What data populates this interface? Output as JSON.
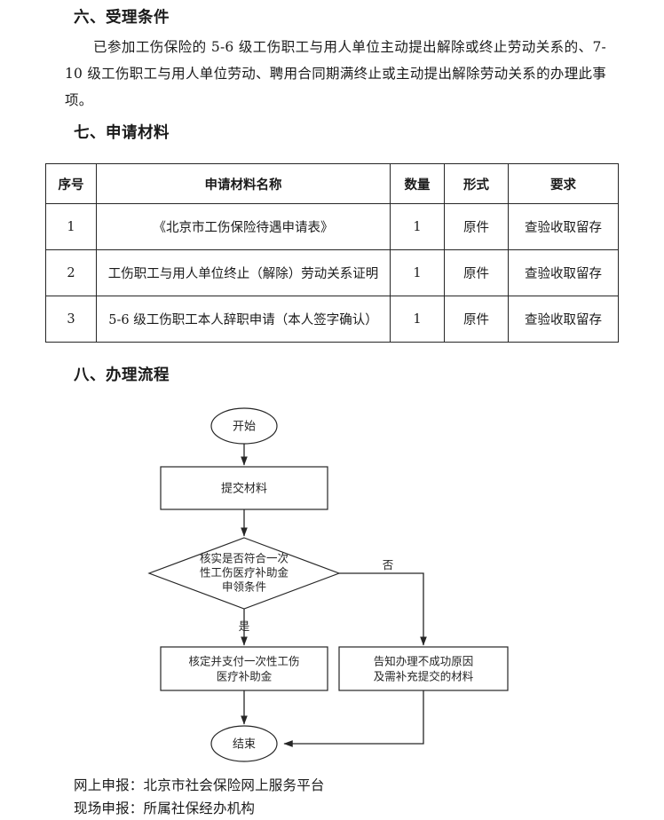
{
  "sections": {
    "acceptance": {
      "heading": "六、受理条件",
      "paragraph": "已参加工伤保险的 5-6 级工伤职工与用人单位主动提出解除或终止劳动关系的、7-10 级工伤职工与用人单位劳动、聘用合同期满终止或主动提出解除劳动关系的办理此事项。"
    },
    "materials": {
      "heading": "七、申请材料",
      "table": {
        "headers": [
          "序号",
          "申请材料名称",
          "数量",
          "形式",
          "要求"
        ],
        "rows": [
          {
            "no": "1",
            "name": "《北京市工伤保险待遇申请表》",
            "qty": "1",
            "form": "原件",
            "requirement": "查验收取留存"
          },
          {
            "no": "2",
            "name": "工伤职工与用人单位终止（解除）劳动关系证明",
            "qty": "1",
            "form": "原件",
            "requirement": "查验收取留存"
          },
          {
            "no": "3",
            "name": "5-6 级工伤职工本人辞职申请（本人签字确认）",
            "qty": "1",
            "form": "原件",
            "requirement": "查验收取留存"
          }
        ]
      }
    },
    "process": {
      "heading": "八、办理流程",
      "flowchart": {
        "nodes": {
          "start": "开始",
          "submit": "提交材料",
          "decision_line1": "核实是否符合一次",
          "decision_line2": "性工伤医疗补助金",
          "decision_line3": "申领条件",
          "approve_line1": "核定并支付一次性工伤",
          "approve_line2": "医疗补助金",
          "reject_line1": "告知办理不成功原因",
          "reject_line2": "及需补充提交的材料",
          "end": "结束"
        },
        "edges": {
          "yes": "是",
          "no": "否"
        }
      }
    },
    "footer": {
      "online": "网上申报：北京市社会保险网上服务平台",
      "onsite": "现场申报：所属社保经办机构"
    }
  },
  "colors": {
    "text": "#1a1a1a",
    "line": "#262626",
    "background": "#ffffff"
  }
}
